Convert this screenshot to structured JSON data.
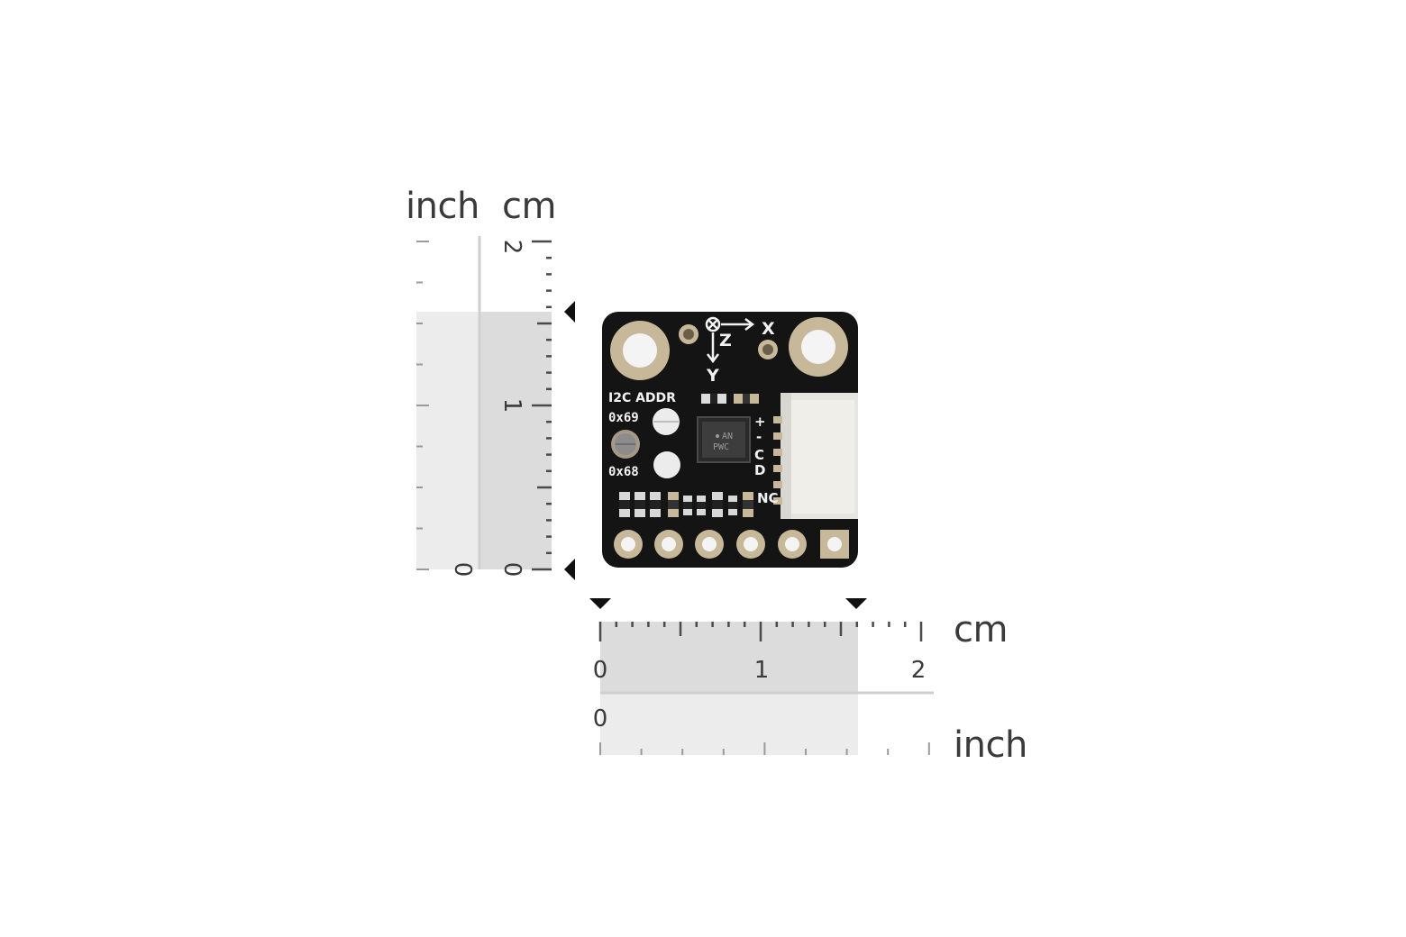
{
  "rulers": {
    "vertical": {
      "inch_label": "inch",
      "cm_label": "cm",
      "cm_numbers": [
        "2",
        "1",
        "0"
      ],
      "inch_numbers": [
        "0"
      ]
    },
    "horizontal": {
      "cm_label": "cm",
      "inch_label": "inch",
      "cm_numbers": [
        "0",
        "1",
        "2"
      ],
      "inch_numbers": [
        "0"
      ]
    }
  },
  "board": {
    "axis_x": "X",
    "axis_y": "Y",
    "axis_z": "Z",
    "i2c_label": "I2C ADDR",
    "addr_a": "0x69",
    "addr_b": "0x68",
    "chip_line1": "AN",
    "chip_line2": "PWC",
    "pins": [
      "+",
      "-",
      "C",
      "D",
      "NC"
    ]
  },
  "colors": {
    "pcb": "#141414",
    "pad_gold": "#c8b89a",
    "connector": "#ecebe6",
    "ruler_fill": "#e2e2e2"
  }
}
